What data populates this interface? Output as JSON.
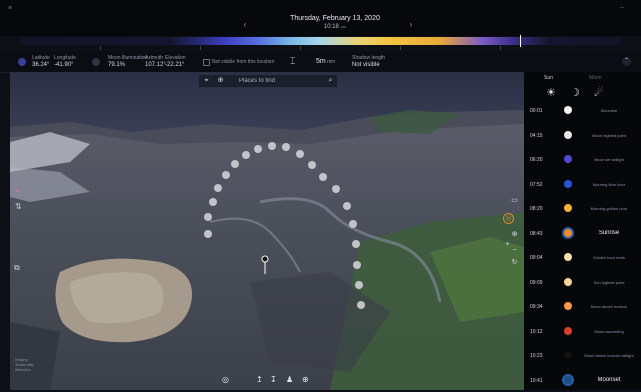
{
  "window": {
    "left_icon": "≡",
    "right_icon": "−"
  },
  "header": {
    "date": "Thursday, February 13, 2020",
    "time": "10:18",
    "time_suffix": "am",
    "prev_icon": "‹",
    "next_icon": "›"
  },
  "info": {
    "location_lat_label": "Latitude",
    "location_lat_value": "36.24°",
    "location_lon_label": "Longitude",
    "location_lon_value": "-41.90°",
    "illumination_label": "Moon Illumination",
    "illumination_value": "79.1%",
    "azimuth_label": "Azimuth",
    "azimuth_value": "107.12°",
    "elevation_label": "Elevation",
    "elevation_value": "-22.21°",
    "visibility_text": "Not visible from this location",
    "height_value": "5m",
    "height_unit": "min",
    "shadow_label": "Shadow length",
    "shadow_value": "Not visible"
  },
  "search": {
    "placeholder": "Places to find",
    "locate_icon": "⌖",
    "add_icon": "⊕",
    "search_icon": "⌕"
  },
  "sidebar": {
    "tab_sun": "Sun",
    "tab_moon": "Moon",
    "tab_active_color": "#c9d0dc",
    "tab_inactive_color": "#5c6474",
    "phase_icons": [
      "☀",
      "☽",
      "☄"
    ],
    "rows": [
      {
        "time": "00:01",
        "name": "Moonrise",
        "color": "#f3f3f3",
        "big": false
      },
      {
        "time": "04:15",
        "name": "Moon highest point",
        "color": "#e9e9e9",
        "big": false
      },
      {
        "time": "06:20",
        "name": "Moon set twilight",
        "color": "#5149d4",
        "big": false
      },
      {
        "time": "07:52",
        "name": "Morning blue hour",
        "color": "#2458d6",
        "big": false
      },
      {
        "time": "08:20",
        "name": "Morning golden hour",
        "color": "#f3b237",
        "big": false
      },
      {
        "time": "08:43",
        "name": "Sunrise",
        "color": "#f08a2a",
        "big": true
      },
      {
        "time": "09:04",
        "name": "Golden hour ends",
        "color": "#f9e1b0",
        "big": false
      },
      {
        "time": "09:09",
        "name": "Sun highest point",
        "color": "#f6d69b",
        "big": false
      },
      {
        "time": "09:34",
        "name": "Moon above horizon",
        "color": "#f49a4a",
        "big": false
      },
      {
        "time": "10:12",
        "name": "Moon ascending",
        "color": "#d8402a",
        "big": false
      },
      {
        "time": "10:23",
        "name": "Moon below horizon twilight",
        "color": "#111111",
        "big": false
      },
      {
        "time": "10:41",
        "name": "Moonset",
        "color": "#1c4d87",
        "big": true
      }
    ]
  },
  "left_controls": {
    "pin_icon": "⌖",
    "tilt_icon": "⇅",
    "layers_icon": "⧉"
  },
  "right_controls": {
    "car_icon": "▭",
    "compass_icon": "⊕",
    "zoom_in_icon": "+",
    "zoom_out_icon": "−",
    "reset_icon": "↻",
    "target_icon": "◎"
  },
  "bottom": {
    "camera_icon": "◎",
    "upload_icon": "↥",
    "download_icon": "↧",
    "person_icon": "♟",
    "globe_icon": "⊕"
  },
  "map_credit": {
    "line1": "Imagery",
    "line2": "Terrain data",
    "line3": "Attribution"
  }
}
